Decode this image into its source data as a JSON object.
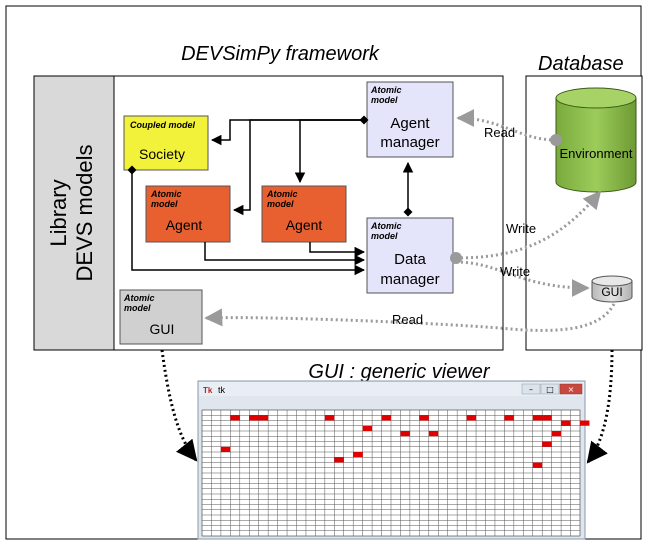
{
  "titles": {
    "framework": "DEVSimPy framework",
    "database": "Database",
    "viewer": "GUI : generic viewer"
  },
  "library": {
    "line1": "Library",
    "line2": "DEVS models"
  },
  "blocks": {
    "society": {
      "type": "Coupled model",
      "name": "Society",
      "color": "#f2f23a"
    },
    "agent1": {
      "type1": "Atomic",
      "type2": "model",
      "name": "Agent",
      "color": "#e8602f"
    },
    "agent2": {
      "type1": "Atomic",
      "type2": "model",
      "name": "Agent",
      "color": "#e8602f"
    },
    "agent_manager": {
      "type1": "Atomic",
      "type2": "model",
      "name1": "Agent",
      "name2": "manager",
      "color": "#e4e4fb"
    },
    "data_manager": {
      "type1": "Atomic",
      "type2": "model",
      "name1": "Data",
      "name2": "manager",
      "color": "#e4e4fb"
    },
    "gui_model": {
      "type1": "Atomic",
      "type2": "model",
      "name": "GUI",
      "color": "#d0d0d0"
    }
  },
  "database": {
    "environment": {
      "name": "Environment",
      "color": "#8ab94a"
    },
    "gui_store": {
      "name": "GUI",
      "color": "#c8c8c8"
    }
  },
  "arrows": {
    "read_env": "Read",
    "write_env": "Write",
    "write_gui": "Write",
    "read_gui": "Read"
  },
  "viewer_window": {
    "icon": "Tk",
    "title": "tk",
    "controls": [
      "–",
      "□",
      "×"
    ],
    "grid": {
      "cols": 40,
      "rows": 24
    },
    "cell_color": "#e00000",
    "active_cells": [
      [
        3,
        1
      ],
      [
        5,
        1
      ],
      [
        6,
        1
      ],
      [
        13,
        1
      ],
      [
        19,
        1
      ],
      [
        23,
        1
      ],
      [
        28,
        1
      ],
      [
        32,
        1
      ],
      [
        35,
        1
      ],
      [
        36,
        1
      ],
      [
        38,
        2
      ],
      [
        40,
        2
      ],
      [
        17,
        3
      ],
      [
        21,
        4
      ],
      [
        24,
        4
      ],
      [
        37,
        4
      ],
      [
        36,
        6
      ],
      [
        2,
        7
      ],
      [
        14,
        9
      ],
      [
        16,
        8
      ],
      [
        35,
        10
      ]
    ]
  }
}
